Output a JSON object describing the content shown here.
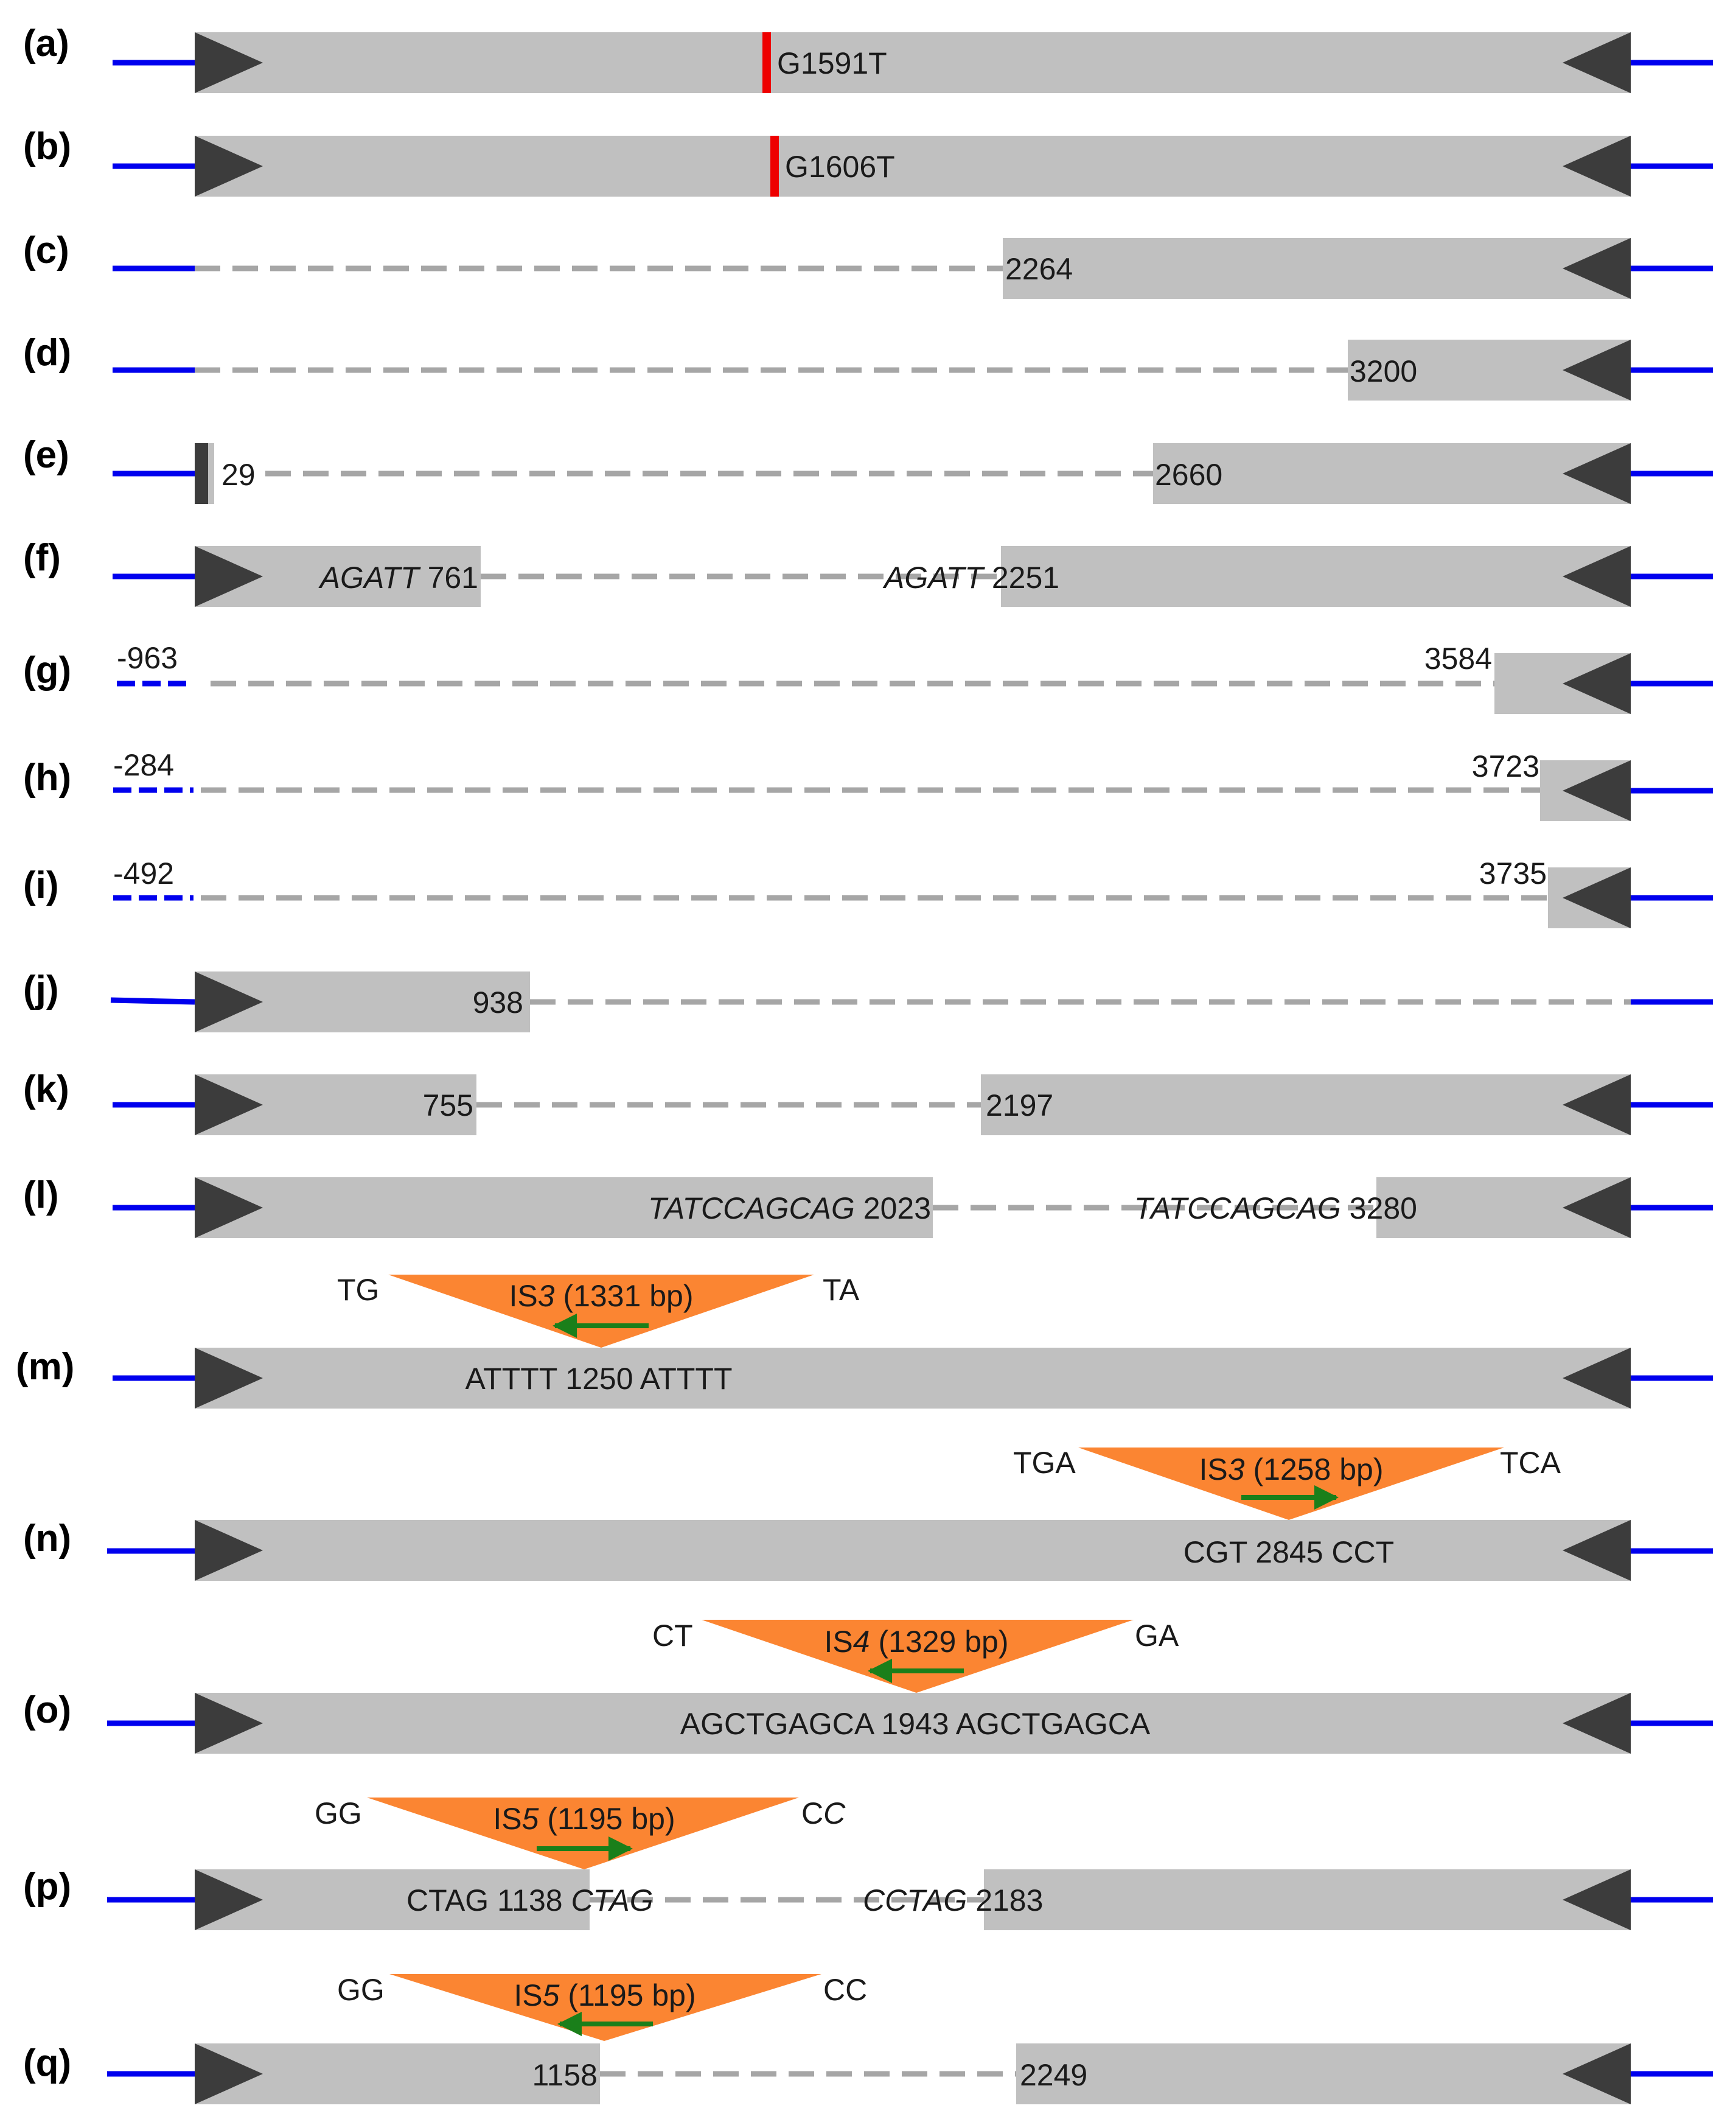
{
  "diagram": {
    "colors": {
      "flank": "#0000ee",
      "gene": "#c0c0c0",
      "arrowhead": "#3c3c3c",
      "deletion": "#a6a6a6",
      "point_mutation": "#ee0000",
      "insertion": "#fb8532",
      "is_orientation": "#1a7f1a"
    },
    "rows": [
      {
        "label": "(a)",
        "text": {
          "mut": "G1591T"
        }
      },
      {
        "label": "(b)",
        "text": {
          "mut": "G1606T"
        }
      },
      {
        "label": "(c)",
        "text": {
          "end": "2264"
        }
      },
      {
        "label": "(d)",
        "text": {
          "end": "3200"
        }
      },
      {
        "label": "(e)",
        "text": {
          "start": "29",
          "end": "2660"
        }
      },
      {
        "label": "(f)",
        "text": {
          "seq1": "AGATT",
          "pos1": " 761",
          "seq2": "AGATT",
          "pos2": " 2251"
        }
      },
      {
        "label": "(g)",
        "text": {
          "up": "-963",
          "end": "3584"
        }
      },
      {
        "label": "(h)",
        "text": {
          "up": "-284",
          "end": "3723"
        }
      },
      {
        "label": "(i)",
        "text": {
          "up": "-492",
          "end": "3735"
        }
      },
      {
        "label": "(j)",
        "text": {
          "start": "938"
        }
      },
      {
        "label": "(k)",
        "text": {
          "start": "755",
          "end": "2197"
        }
      },
      {
        "label": "(l)",
        "text": {
          "seq1": "TATCCAGCAG",
          "pos1": " 2023",
          "seq2": "TATCCAGCAG",
          "pos2": " 3280"
        }
      },
      {
        "label": "(m)",
        "text": {
          "site": "ATTTT 1250 ATTTT"
        },
        "insertion": {
          "name_pre": "IS",
          "name_num": "3",
          "size": " (1331 bp)",
          "left": "TG",
          "right": "TA",
          "orientation": "reverse"
        }
      },
      {
        "label": "(n)",
        "text": {
          "site": "CGT 2845 CCT"
        },
        "insertion": {
          "name_pre": "IS",
          "name_num": "3",
          "size": " (1258 bp)",
          "left": "TGA",
          "right": "TCA",
          "orientation": "forward"
        }
      },
      {
        "label": "(o)",
        "text": {
          "site": "AGCTGAGCA 1943 AGCTGAGCA"
        },
        "insertion": {
          "name_pre": "IS",
          "name_num": "4",
          "size": " (1329 bp)",
          "left": "CT",
          "right": "GA",
          "orientation": "reverse"
        }
      },
      {
        "label": "(p)",
        "text": {
          "site1": "CTAG 1138 ",
          "seq1": "CTAG",
          "seq2": "CCTAG",
          "pos2": " 2183"
        },
        "insertion": {
          "name_pre": "IS",
          "name_num": "5",
          "size": " (1195 bp)",
          "left": "GG",
          "right_pre": "C",
          "right_it": "C",
          "orientation": "forward"
        }
      },
      {
        "label": "(q)",
        "text": {
          "start": "1158",
          "end": "2249"
        },
        "insertion": {
          "name_pre": "IS",
          "name_num": "5",
          "size": " (1195 bp)",
          "left": "GG",
          "right": "CC",
          "orientation": "reverse"
        }
      }
    ]
  }
}
